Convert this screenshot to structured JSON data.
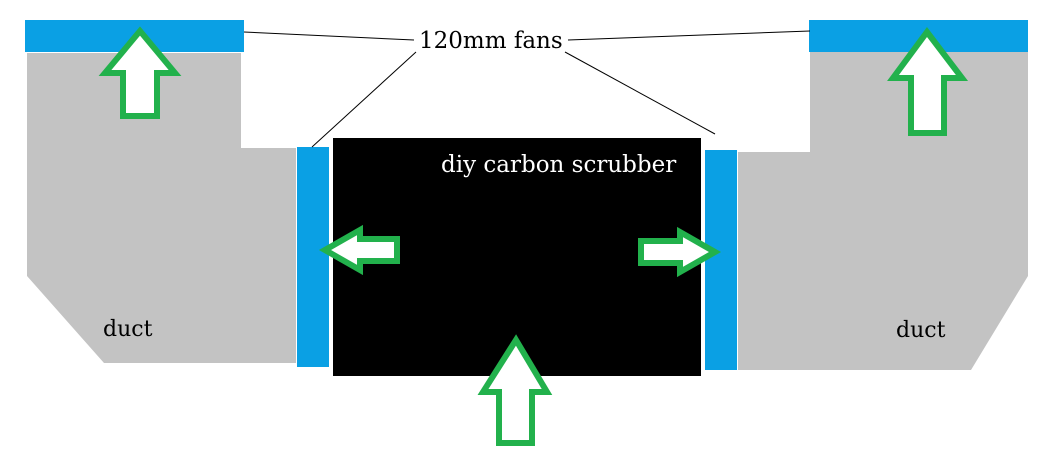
{
  "labels": {
    "fans": "120mm fans",
    "scrubber": "diy carbon scrubber",
    "duct_left": "duct",
    "duct_right": "duct"
  },
  "colors": {
    "fan": "#0aa0e4",
    "duct": "#c3c3c3",
    "scrubber": "#000000",
    "arrow_stroke": "#22b14c",
    "arrow_fill": "#ffffff"
  },
  "icons": {
    "airflow": "arrow-icon",
    "fan": "fan-bar"
  }
}
